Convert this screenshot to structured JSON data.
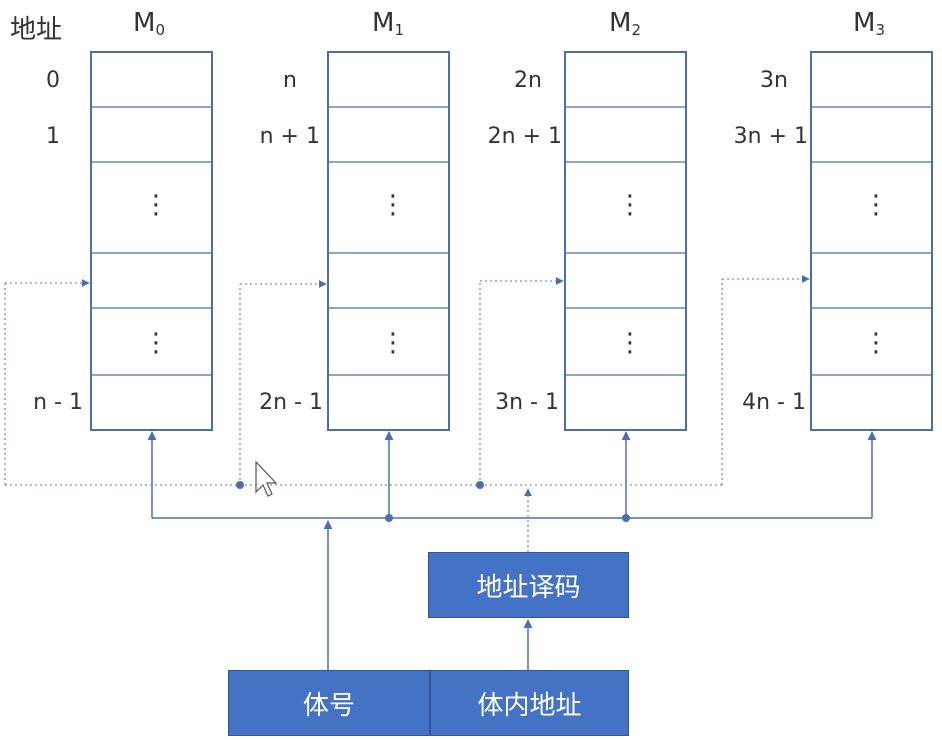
{
  "header": {
    "address_label": "地址"
  },
  "modules": [
    {
      "name": "M",
      "sub": "0",
      "addresses": [
        "0",
        "1",
        "n - 1"
      ]
    },
    {
      "name": "M",
      "sub": "1",
      "addresses": [
        "n",
        "n + 1",
        "2n - 1"
      ]
    },
    {
      "name": "M",
      "sub": "2",
      "addresses": [
        "2n",
        "2n + 1",
        "3n - 1"
      ]
    },
    {
      "name": "M",
      "sub": "3",
      "addresses": [
        "3n",
        "3n + 1",
        "4n - 1"
      ]
    }
  ],
  "ellipsis": "⋮",
  "blocks": {
    "decoder": "地址译码",
    "bank_number": "体号",
    "intra_bank_address": "体内地址"
  },
  "colors": {
    "line": "#4a6fb0",
    "dotted": "#7b8fb8",
    "fill": "#4472c4"
  }
}
